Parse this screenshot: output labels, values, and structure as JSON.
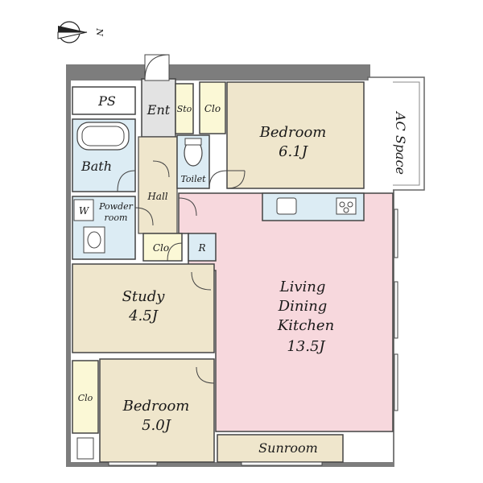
{
  "compass": {
    "label": "N"
  },
  "rooms": {
    "ps": "PS",
    "ent": "Ent",
    "sto": "Sto",
    "clo_top": "Clo",
    "bedroom1_name": "Bedroom",
    "bedroom1_size": "6.1J",
    "ac_space": "AC Space",
    "bath": "Bath",
    "toilet": "Toilet",
    "hall": "Hall",
    "w": "W",
    "powder1": "Powder",
    "powder2": "room",
    "clo_mid": "Clo",
    "r": "R",
    "study_name": "Study",
    "study_size": "4.5J",
    "ldk1": "Living",
    "ldk2": "Dining",
    "ldk3": "Kitchen",
    "ldk_size": "13.5J",
    "clo_bottom": "Clo",
    "bedroom2_name": "Bedroom",
    "bedroom2_size": "5.0J",
    "sunroom": "Sunroom"
  },
  "colors": {
    "wall": "#7d7d7d",
    "bedroom": "#efe6cc",
    "living": "#f7d8dd",
    "wet": "#dcecf4",
    "closet": "#fbf8d6",
    "entrance": "#e3e3e3",
    "white": "#ffffff"
  }
}
